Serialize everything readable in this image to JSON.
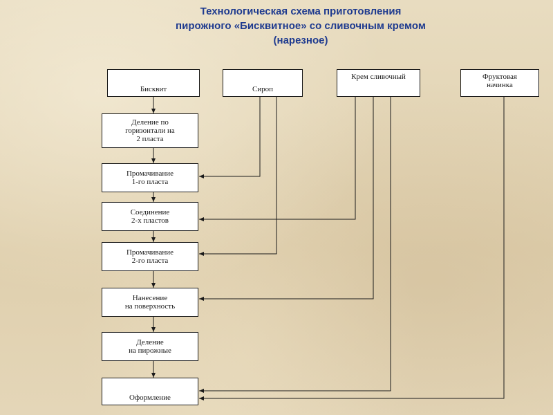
{
  "title": {
    "line1": "Технологическая схема приготовления",
    "line2": "пирожного «Бисквитное» со сливочным кремом",
    "line3": "(нарезное)"
  },
  "ingredients": {
    "biscuit": "Бисквит",
    "syrup": "Сироп",
    "cream": "Крем сливочный",
    "fruit_line1": "Фруктовая",
    "fruit_line2": "начинка"
  },
  "steps": {
    "split": [
      "Деление по",
      "горизонтали на",
      "2 пласта"
    ],
    "soak1": [
      "Промачивание",
      "1-го пласта"
    ],
    "join": [
      "Соединение",
      "2-х пластов"
    ],
    "soak2": [
      "Промачивание",
      "2-го пласта"
    ],
    "apply": [
      "Нанесение",
      "на поверхность"
    ],
    "cut": [
      "Деление",
      "на пирожные"
    ],
    "decor": [
      "Оформление"
    ]
  }
}
